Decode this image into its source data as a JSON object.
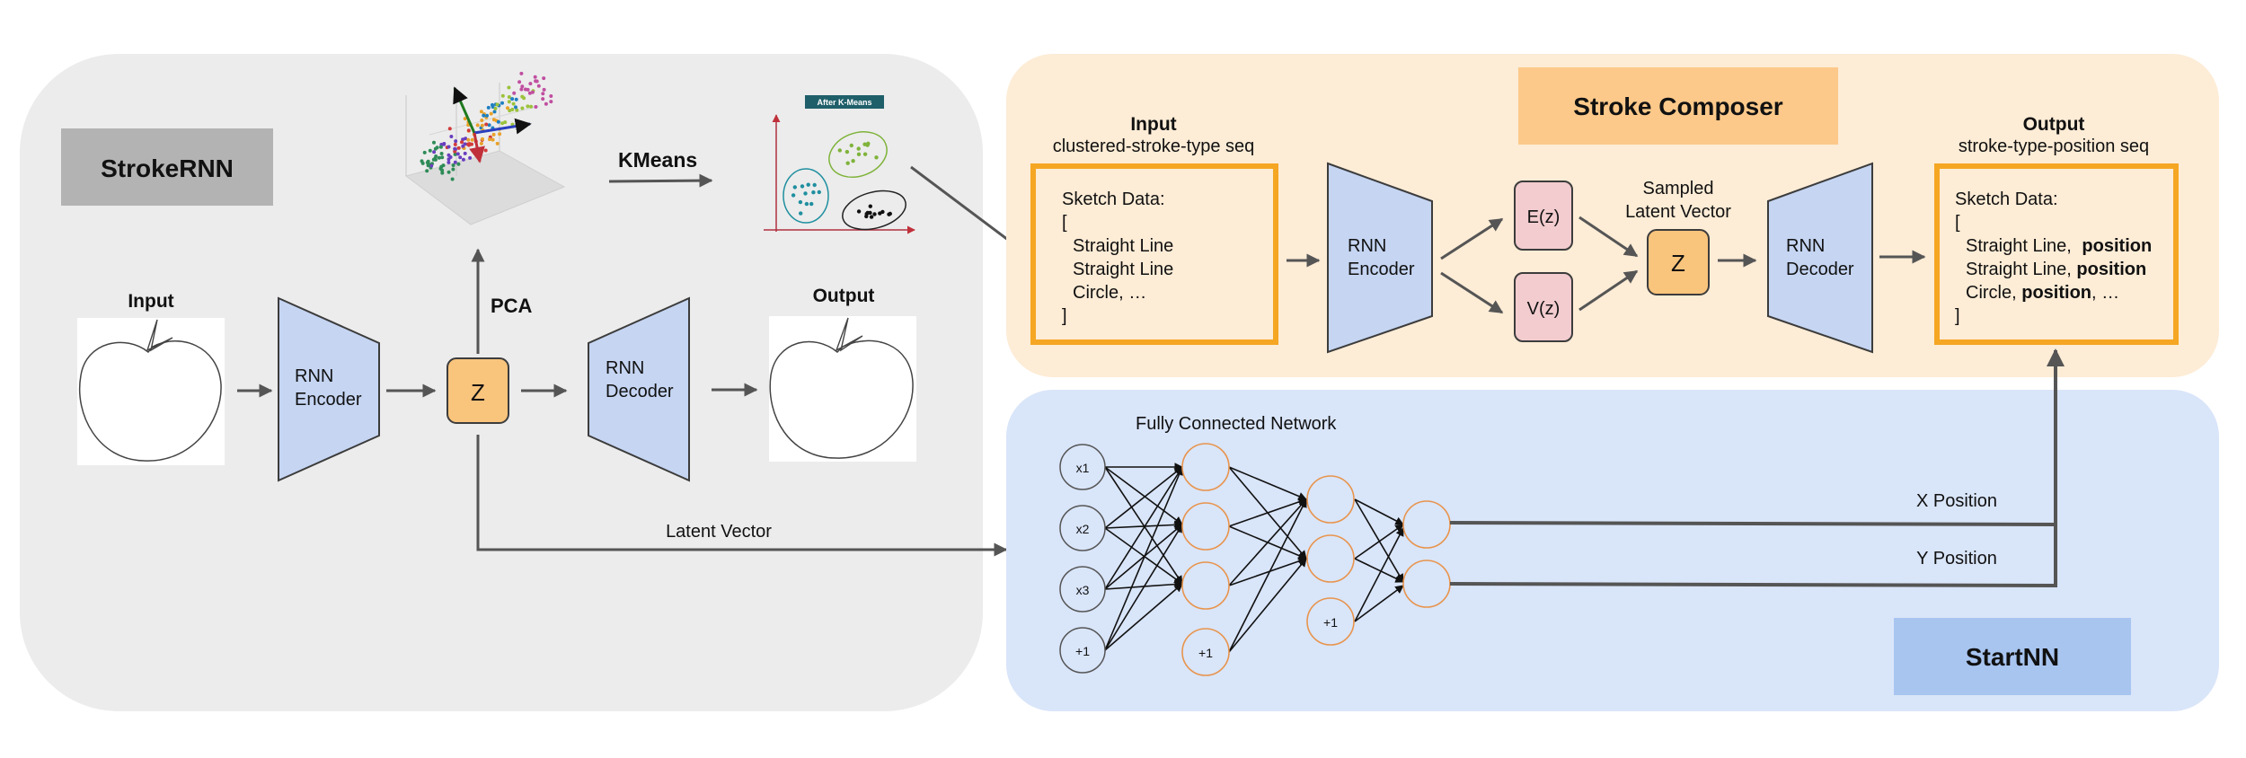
{
  "stroke_rnn": {
    "title": "StrokeRNN",
    "input_label": "Input",
    "output_label": "Output",
    "encoder_line1": "RNN",
    "encoder_line2": "Encoder",
    "decoder_line1": "RNN",
    "decoder_line2": "Decoder",
    "z_label": "Z",
    "pca_label": "PCA",
    "kmeans_label": "KMeans",
    "kmeans_banner": "After K-Means",
    "latent_vector_label": "Latent Vector"
  },
  "stroke_composer": {
    "title": "Stroke Composer",
    "input_heading": "Input",
    "input_sub": "clustered-stroke-type seq",
    "input_box": {
      "line1": "Sketch Data:",
      "line2": "[",
      "line3": "Straight Line",
      "line4": "Straight Line",
      "line5": "Circle, …",
      "line6": "]"
    },
    "encoder_line1": "RNN",
    "encoder_line2": "Encoder",
    "ez_label": "E(z)",
    "vz_label": "V(z)",
    "sampled_line1": "Sampled",
    "sampled_line2": "Latent Vector",
    "z_label": "Z",
    "decoder_line1": "RNN",
    "decoder_line2": "Decoder",
    "output_heading": "Output",
    "output_sub": "stroke-type-position seq",
    "output_box": {
      "line1": "Sketch Data:",
      "line2": "[",
      "row1_text": "Straight Line, ",
      "row1_bold": "position",
      "row2_text": "Straight Line, ",
      "row2_bold": "position",
      "row3_text": "Circle, ",
      "row3_bold": "position",
      "row3_tail": ", …",
      "line6": "]"
    }
  },
  "start_nn": {
    "title": "StartNN",
    "network_label": "Fully Connected Network",
    "input_nodes": [
      "x1",
      "x2",
      "x3",
      "+1"
    ],
    "hidden1_bias": "+1",
    "hidden2_bias": "+1",
    "x_position_label": "X Position",
    "y_position_label": "Y Position"
  },
  "colors": {
    "gray_panel": "#ececec",
    "orange_panel": "#fdecd6",
    "blue_panel": "#d9e5f9",
    "rnn_block": "#c5d5f2",
    "z_block": "#f9c47c",
    "ez_block": "#f2cccf",
    "accent_orange": "#f5a623",
    "node_stroke": "#e8944c",
    "arrow": "#555555"
  }
}
